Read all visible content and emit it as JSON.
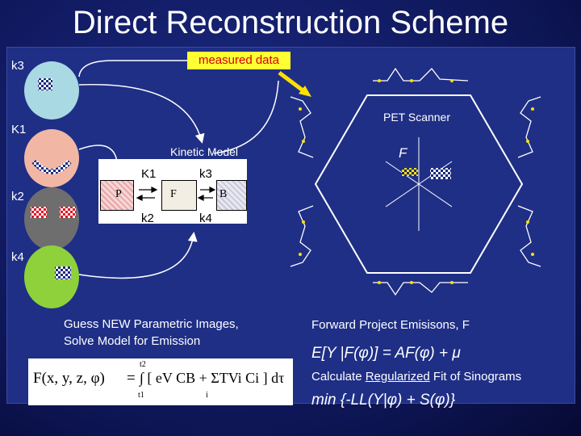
{
  "title": "Direct Reconstruction Scheme",
  "labels": {
    "k3_left": "k3",
    "K1_left": "K1",
    "k2_left": "k2",
    "k4_left": "k4"
  },
  "measured_data": "measured data",
  "pet_scanner": "PET Scanner",
  "f_label": "F",
  "kinetic_model": {
    "title": "Kinetic Model",
    "K1": "K1",
    "k3": "k3",
    "k2": "k2",
    "k4": "k4",
    "P": "P",
    "F": "F",
    "B": "B"
  },
  "left_text": {
    "line1": "Guess NEW Parametric Images,",
    "line2": "Solve Model for Emission"
  },
  "equation": {
    "lhs": "F(x, y, z, φ)",
    "t2_top": "t2",
    "t1_sub": "t1",
    "eq": "=",
    "integrand": "∫ [ eV CB + ΣTVi Ci ] dτ",
    "i_sub": "i"
  },
  "right_text": {
    "forward": "Forward Project Emisisons, F",
    "expectation": "E[Y |F(φ)] = AF(φ) +  μ",
    "calc_prefix": "Calculate ",
    "calc_underlined": "Regularized",
    "calc_suffix": " Fit of Sinograms",
    "minimize": "min {-LL(Y|φ) + S(φ)}"
  },
  "colors": {
    "background": "#0d1554",
    "panel": "#1f2f86",
    "measured_bg": "#ffff33",
    "measured_text": "#d4000c",
    "circle_k3": "#a9d9e3",
    "circle_K1": "#f2b7a4",
    "circle_k2": "#6e6e6e",
    "circle_k4": "#8fd13b"
  }
}
